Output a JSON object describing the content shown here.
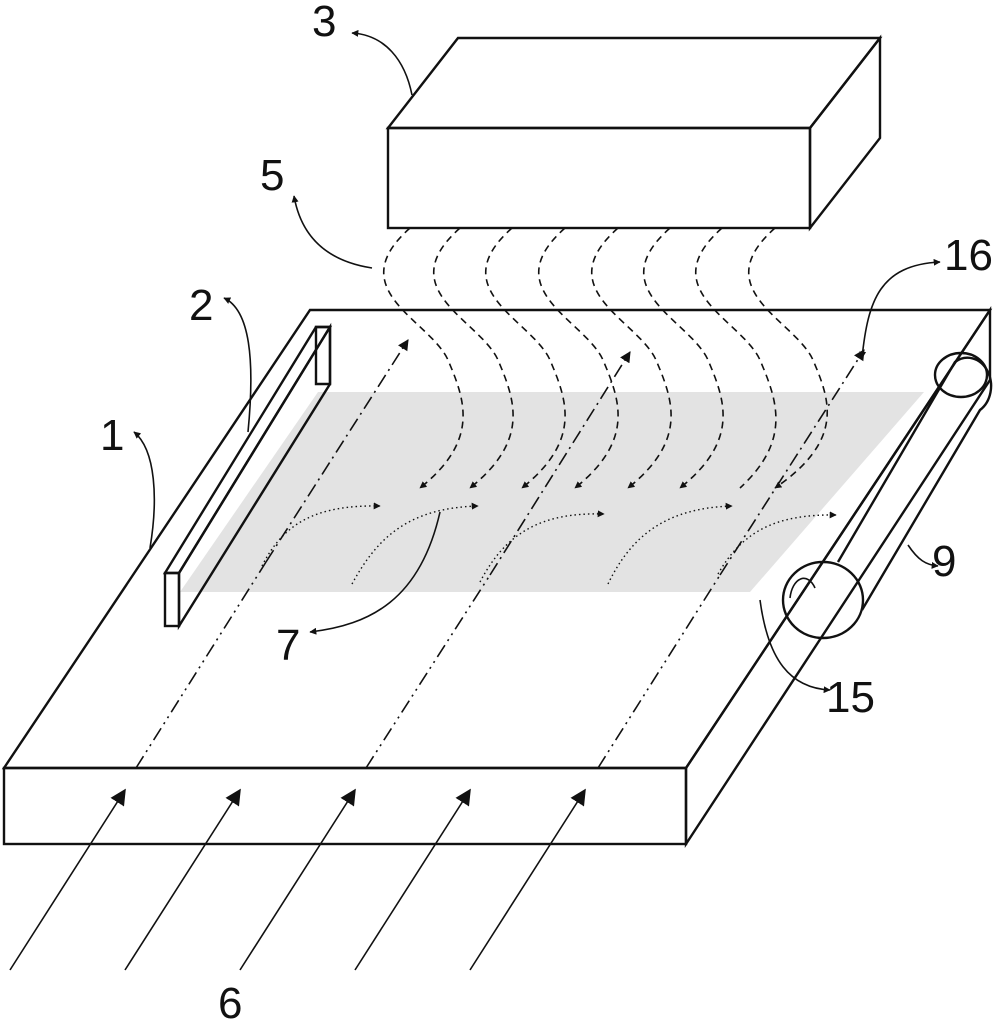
{
  "labels": {
    "l1": "1",
    "l2": "2",
    "l3": "3",
    "l5": "5",
    "l6": "6",
    "l7": "7",
    "l9": "9",
    "l15": "15",
    "l16": "16"
  },
  "colors": {
    "stroke": "#111111",
    "film": "#e3e3e3",
    "background": "#ffffff"
  }
}
